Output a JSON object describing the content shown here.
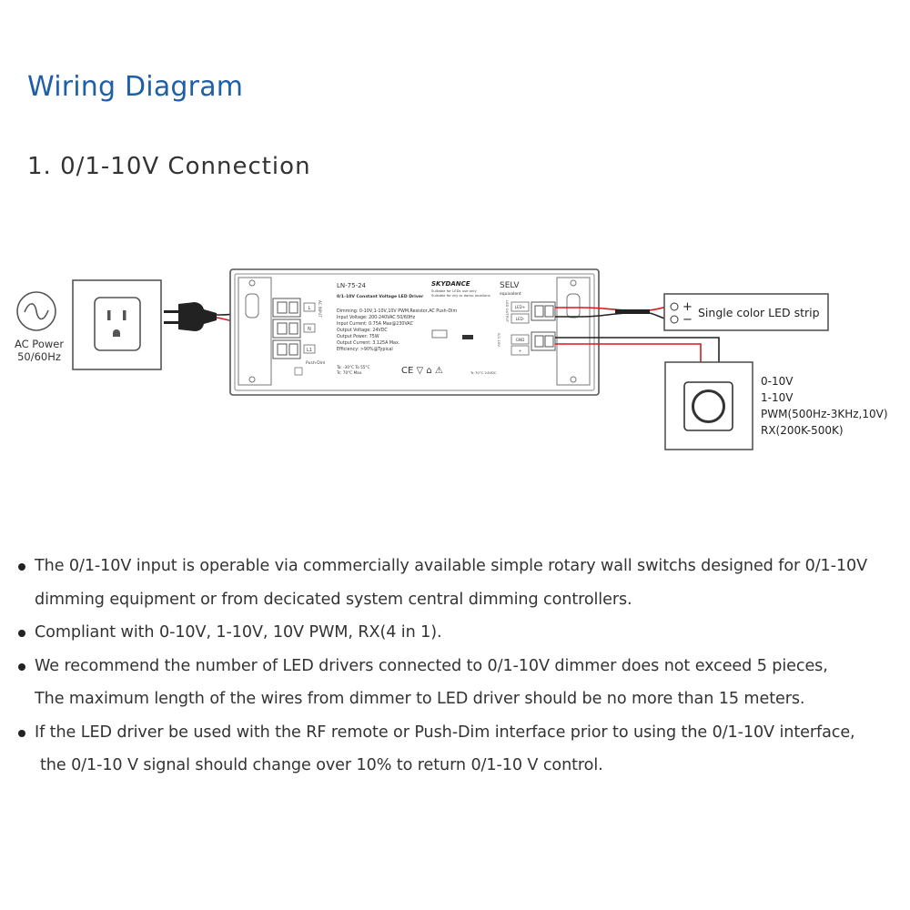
{
  "heading": {
    "title": "Wiring Diagram",
    "section": "1. 0/1-10V Connection"
  },
  "ac_source": {
    "label_line1": "AC Power",
    "label_line2": "50/60Hz"
  },
  "driver": {
    "model": "LN-75-24",
    "brand": "SKYDANCE",
    "product_name": "0/1-10V Constant Voltage LED Driver",
    "suitability_1": "Suitable for LEDs use only",
    "suitability_2": "Suitable for dry or damp locations",
    "selv": "SELV",
    "selv_sub": "equivalent",
    "specs": [
      "Dimming: 0-10V,1-10V,10V PWM,Resistor,AC Push-Dim",
      "Input Voltage: 200-240VAC 50/60Hz",
      "Input Current: 0.75A Max@230VAC",
      "Output Voltage: 24VDC",
      "Output Power: 75W",
      "Output Current: 3.125A Max.",
      "Efficiency: >90%@Typical"
    ],
    "temp_1": "Ta: -30°C To 55°C",
    "temp_2": "Tc: 70°C Max.",
    "terminals_input": [
      "L",
      "N",
      "L1"
    ],
    "push_dim": "Push-Dim",
    "terminals_output": [
      "LED+",
      "LED-"
    ],
    "terminals_dim": [
      "GND",
      "+"
    ],
    "side_label_output": "LED OUTPUT",
    "side_label_input": "AC INPUT",
    "dim_label": "0/1-10V",
    "cert_marks": "CE ▽ ⌂ ⚠",
    "bottom_spec": "Tc 70°C 24VDC"
  },
  "led_strip": {
    "label": "Single color LED strip",
    "plus": "+",
    "minus": "−"
  },
  "dimmer": {
    "modes": [
      "0-10V",
      "1-10V",
      "PWM(500Hz-3KHz,10V)",
      "RX(200K-500K)"
    ]
  },
  "notes": [
    [
      "The 0/1-10V input is operable via commercially available simple rotary wall switchs designed for 0/1-10V",
      "dimming equipment or from decicated system central dimming controllers."
    ],
    [
      "Compliant with 0-10V, 1-10V, 10V PWM, RX(4 in 1)."
    ],
    [
      "We recommend the number of LED drivers connected to 0/1-10V dimmer does not exceed 5 pieces,",
      "The maximum length of the wires from dimmer to LED driver should be no more than 15 meters."
    ],
    [
      "If the LED driver be used with the RF remote or Push-Dim interface prior to using the 0/1-10V interface,",
      "the 0/1-10 V signal should change over 10% to return 0/1-10 V control."
    ]
  ],
  "colors": {
    "title": "#1f5fa6",
    "wire_red": "#d7191c",
    "wire_black": "#222222",
    "outline": "#555555"
  }
}
